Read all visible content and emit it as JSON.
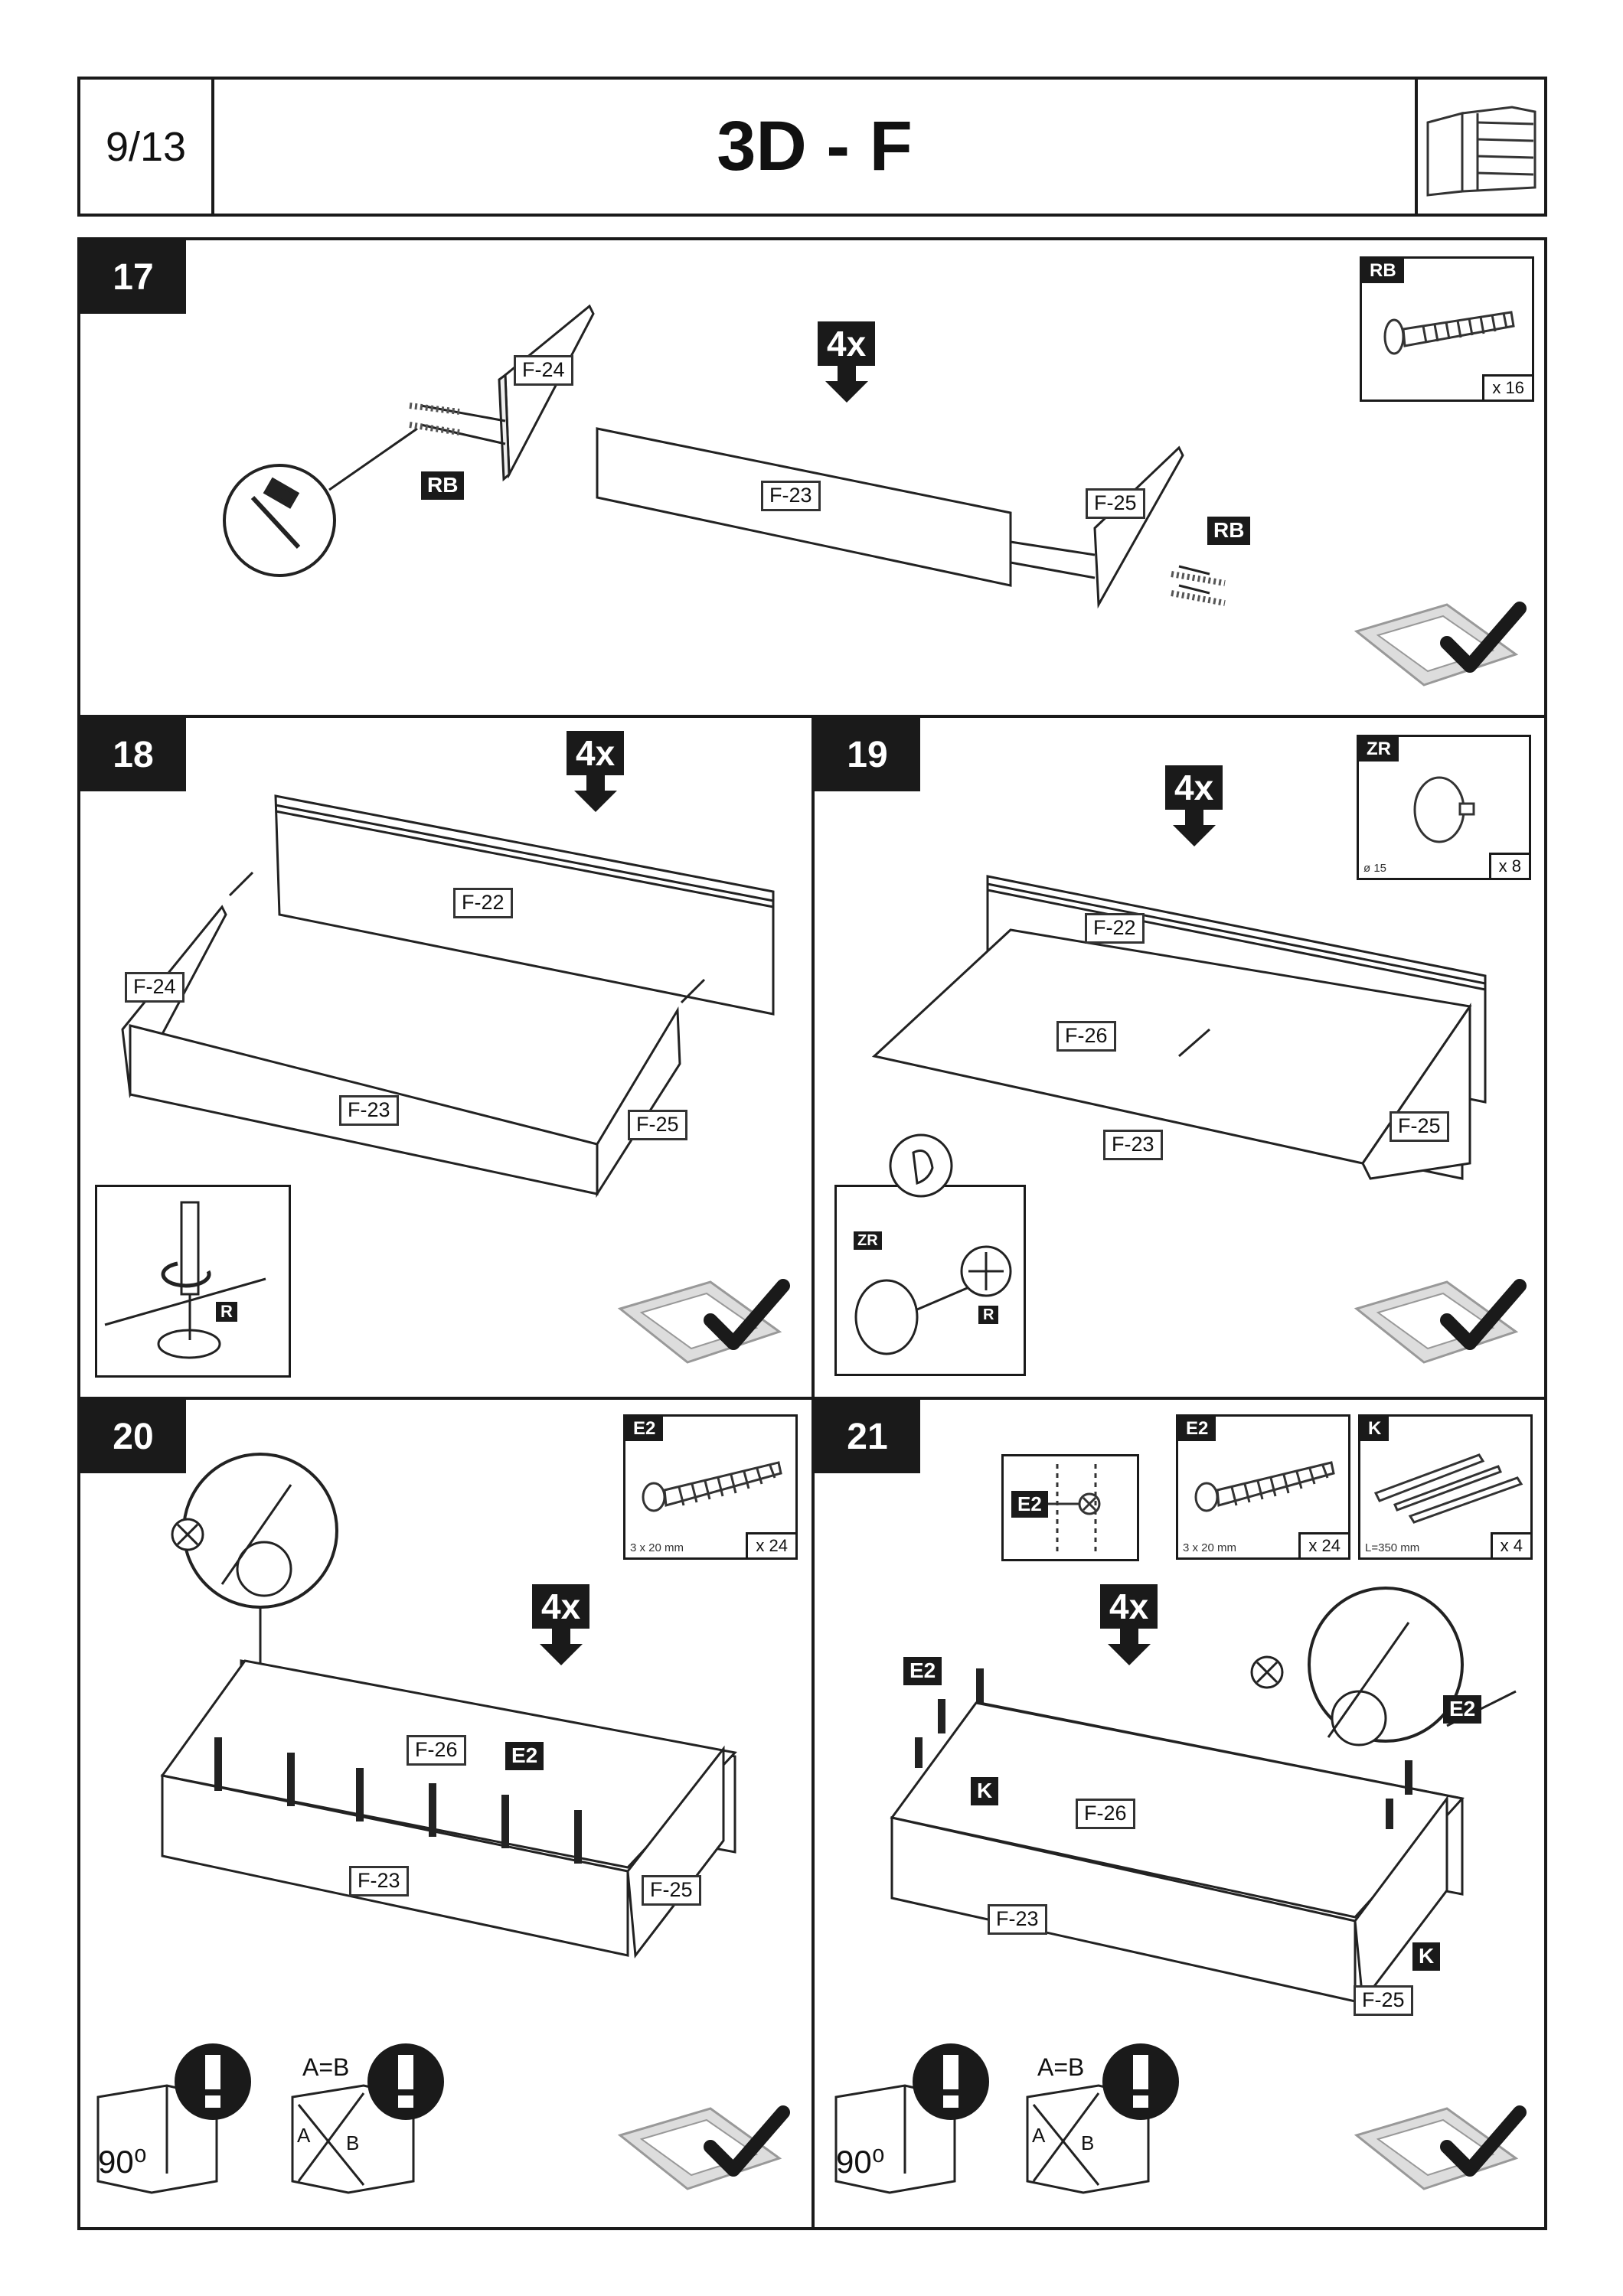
{
  "header": {
    "page": "9/13",
    "title": "3D - F"
  },
  "steps": [
    {
      "number": "17",
      "qty": "4x",
      "labels": [
        "F-24",
        "F-23",
        "F-25",
        "RB",
        "RB"
      ],
      "part_box": {
        "code": "RB",
        "count": "x 16"
      }
    },
    {
      "number": "18",
      "qty": "4x",
      "labels": [
        "F-22",
        "F-24",
        "F-23",
        "F-25",
        "R"
      ]
    },
    {
      "number": "19",
      "qty": "4x",
      "labels": [
        "F-22",
        "F-26",
        "F-23",
        "F-25",
        "ZR",
        "R"
      ],
      "part_box": {
        "code": "ZR",
        "dim": "ø 15",
        "count": "x 8"
      }
    },
    {
      "number": "20",
      "qty": "4x",
      "labels": [
        "F-26",
        "E2",
        "F-23",
        "F-25"
      ],
      "part_box": {
        "code": "E2",
        "dim": "3 x 20 mm",
        "count": "x 24"
      },
      "check": {
        "angle": "90⁰",
        "equal": "A=B",
        "a": "A",
        "b": "B"
      }
    },
    {
      "number": "21",
      "qty": "4x",
      "labels": [
        "E2",
        "K",
        "F-26",
        "F-23",
        "E2",
        "K",
        "F-25",
        "E2"
      ],
      "part_box": {
        "code": "E2",
        "dim": "3 x 20 mm",
        "count": "x 24"
      },
      "part_box2": {
        "code": "K",
        "dim": "L=350 mm",
        "count": "x 4"
      },
      "check": {
        "angle": "90⁰",
        "equal": "A=B",
        "a": "A",
        "b": "B"
      }
    }
  ],
  "icons": [
    "hammer-icon",
    "screwdriver-icon",
    "checkmark-icon",
    "warning-icon",
    "cabinet-icon"
  ]
}
